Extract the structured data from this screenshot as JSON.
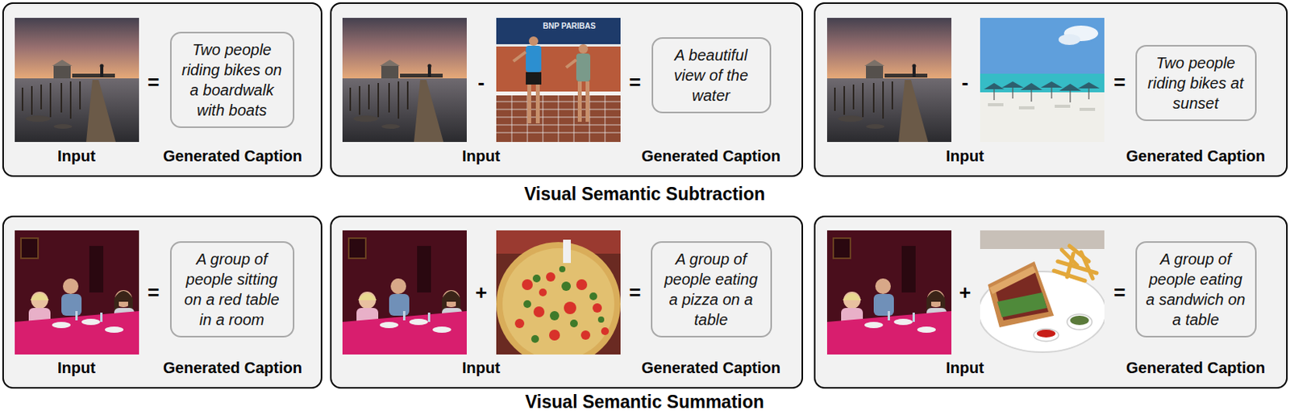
{
  "diagram": {
    "nodes": [
      {
        "text": [
          "=",
          "Input",
          "Generated Caption"
        ]
      },
      {
        "text": [
          "Two people riding bikes on a boardwalk with boats"
        ],
        "in": 0
      },
      {
        "text": [
          "-",
          "=",
          "Input",
          "Generated Caption"
        ]
      },
      {
        "text": [
          "A beautiful view of the water"
        ],
        "in": 2
      },
      {
        "text": [
          "-",
          "=",
          "Input",
          "Generated Caption"
        ]
      },
      {
        "text": [
          "Two people riding bikes at sunset"
        ],
        "in": 4
      },
      {
        "text": [
          "=",
          "Input",
          "Generated Caption"
        ]
      },
      {
        "text": [
          "A group of people sitting on a red table in a room"
        ],
        "in": 6
      },
      {
        "text": [
          "+",
          "=",
          "Input",
          "Generated Caption"
        ]
      },
      {
        "text": [
          "A group of people eating a pizza on a table"
        ],
        "in": 8
      },
      {
        "text": [
          "+",
          "=",
          "Input",
          "Generated Caption"
        ]
      },
      {
        "text": [
          "A group of people eating a sandwich on a table"
        ],
        "in": 10
      }
    ],
    "labels": [
      "Visual Semantic Subtraction",
      "Visual Semantic Summation",
      "BNP PARIBAS"
    ]
  }
}
